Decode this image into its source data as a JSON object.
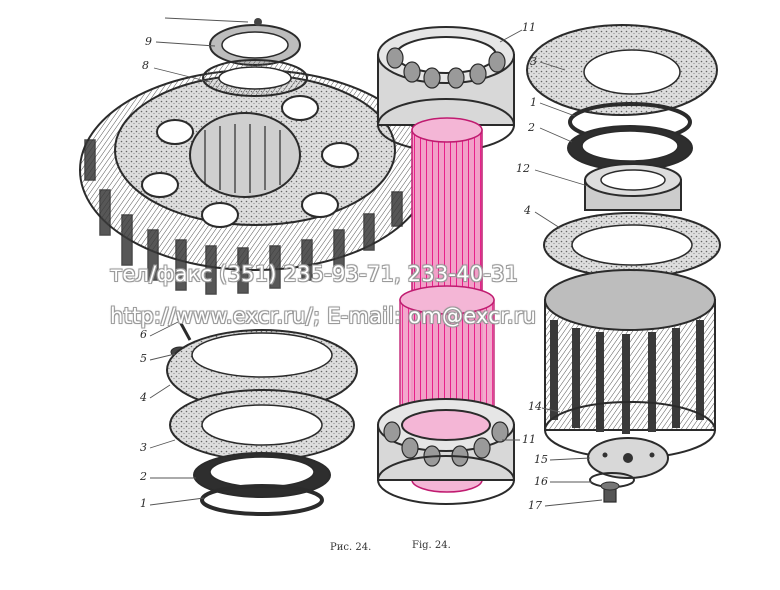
{
  "diagram": {
    "callouts": {
      "c9": "9",
      "c8": "8",
      "c11_top": "11",
      "c3_right": "3",
      "c1_right": "1",
      "c2_right": "2",
      "c12": "12",
      "c4_right": "4",
      "c6": "6",
      "c5": "5",
      "c4_left": "4",
      "c3_left": "3",
      "c2_left": "2",
      "c1_left": "1",
      "c14": "14",
      "c11_bottom": "11",
      "c15": "15",
      "c16": "16",
      "c17": "17"
    },
    "caption": {
      "ru": "Рис. 24.",
      "en": "Fig. 24."
    },
    "watermark": {
      "line1": "тел/факс (351) 235-93-71, 233-40-31",
      "line2": "http://www.excr.ru/; E-mail: om@excr.ru"
    },
    "colors": {
      "ink": "#2b2b2b",
      "shaft_highlight": "#e8208a",
      "paper": "#ffffff"
    }
  }
}
